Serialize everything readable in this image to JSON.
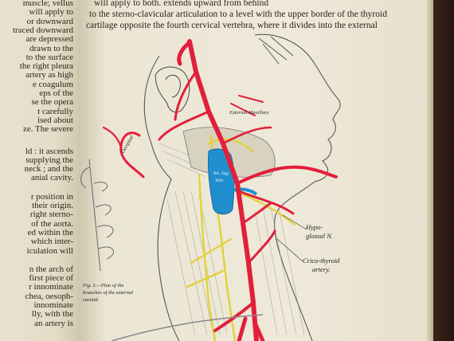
{
  "left_page": {
    "lines": [
      "muscle; vellus",
      "will apply to",
      "or downward",
      "traced downward",
      "are depressed",
      "drawn to the",
      "to the surface",
      "the right pleura",
      "artery as high",
      "e coagulum",
      "eps of the",
      "se the opera",
      "t carefully",
      "ised about",
      "ze.  The severe",
      "ld : it ascends",
      "supplying the",
      "neck ; and the",
      "anial cavity.",
      "r position in",
      "their origin.",
      "right sterno-",
      "of the aorta.",
      "ed within the",
      "which inter-",
      "iculation will",
      "n the arch of",
      "first piece of",
      "r innominate",
      "chea, oesoph-",
      "innominate",
      "lly, with the",
      "an artery is"
    ]
  },
  "right_page": {
    "header_lines": [
      "will apply to both.            extends upward from behind",
      "to the sterno-clavicular articulation to a level with the upper border of the thyroid",
      "cartilage opposite the fourth cervical vertebra, where it divides into the external"
    ],
    "figure_labels": {
      "hypoglossal": "Hypo-",
      "hypoglossal_2": "glossal N.",
      "cricothyroid": "Crico-thyroid",
      "cricothyroid_2": "artery.",
      "ext_maxillary": "External Maxillary",
      "occipital": "Occipital",
      "internal_jugular": "Int. Jug.",
      "internal_jugular_2": "Vein",
      "plan_caption": "Fig. 3.—Plan of the",
      "plan_caption_2": "branches of the external",
      "plan_caption_3": "carotid."
    }
  },
  "colors": {
    "artery": "#e21f3a",
    "vein": "#1f8fd0",
    "nerve": "#e3d23a",
    "page": "#ece6d5"
  }
}
